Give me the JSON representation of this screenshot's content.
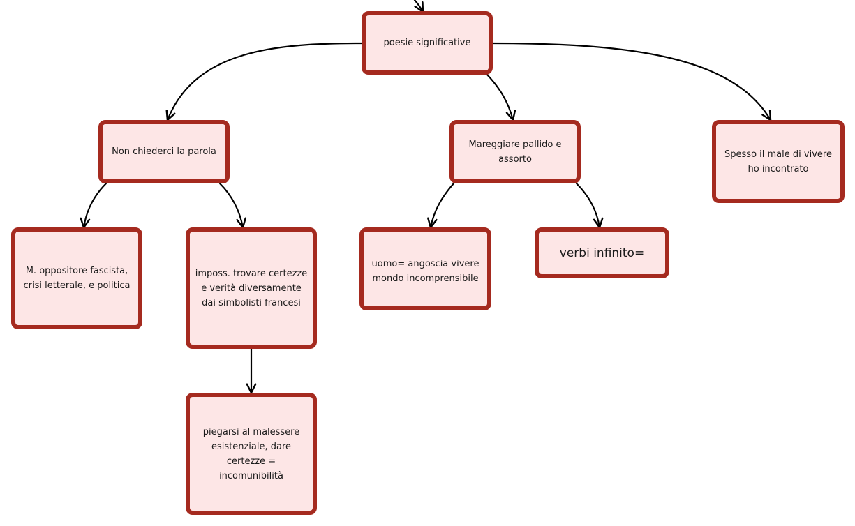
{
  "colors": {
    "node_border": "#a52a1f",
    "node_fill": "#fde6e6",
    "edge": "#000000"
  },
  "nodes": {
    "root": {
      "lines": [
        "poesie significative"
      ]
    },
    "non_chiederci": {
      "lines": [
        "Non chiederci la parola"
      ]
    },
    "mareggiare": {
      "lines": [
        "Mareggiare pallido e",
        "assorto"
      ]
    },
    "spesso": {
      "lines": [
        "Spesso il male di vivere",
        "ho incontrato"
      ]
    },
    "oppositore": {
      "lines": [
        "M. oppositore fascista,",
        "crisi letterale, e politica"
      ]
    },
    "imposs": {
      "lines": [
        "imposs. trovare certezze",
        "e verità diversamente",
        "dai simbolisti francesi"
      ]
    },
    "uomo": {
      "lines": [
        "uomo= angoscia vivere",
        "mondo incomprensibile"
      ]
    },
    "verbi": {
      "lines": [
        "verbi infinito="
      ]
    },
    "piegarsi": {
      "lines": [
        "piegarsi al malessere",
        "esistenziale, dare",
        "certezze =",
        "incomunibilità"
      ]
    }
  }
}
